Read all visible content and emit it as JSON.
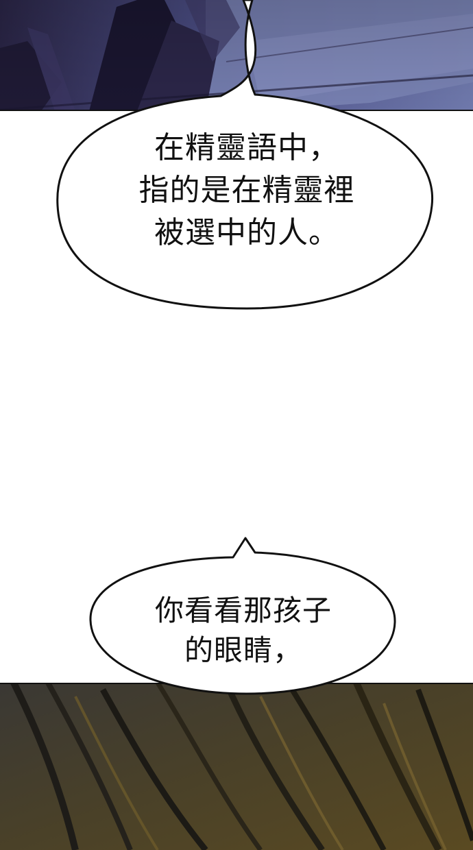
{
  "comic": {
    "bubble_1": {
      "lines": [
        "在精靈語中，",
        "指的是在精靈裡",
        "被選中的人。"
      ]
    },
    "bubble_2": {
      "lines": [
        "你看看那孩子",
        "的眼睛，"
      ]
    }
  },
  "colors": {
    "top_panel_dark": "#2a2546",
    "top_panel_light": "#7d86b6",
    "bottom_panel_dark": "#2f2c22",
    "bottom_panel_light": "#6b5a2a",
    "ink": "#111111",
    "paper": "#ffffff"
  }
}
